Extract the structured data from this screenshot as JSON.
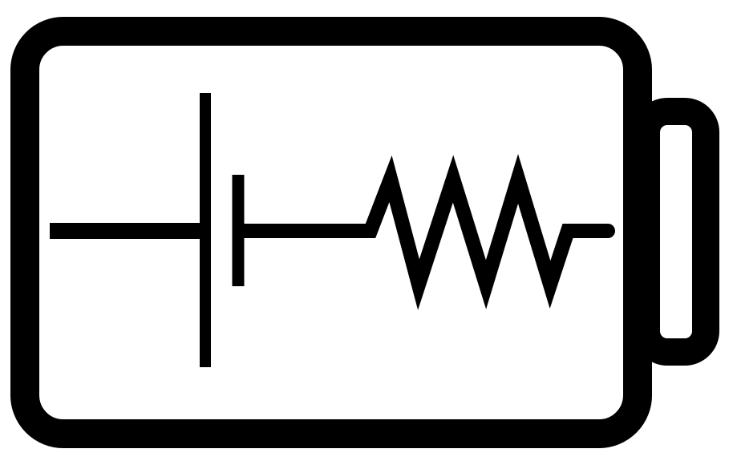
{
  "icon": {
    "name": "battery-internal-resistance-icon",
    "stroke_color": "#000000",
    "fill_color": "#ffffff",
    "parts": {
      "battery_body": "battery-body-outline",
      "battery_terminal": "battery-terminal",
      "cell_symbol": "battery-cell-symbol",
      "resistor_symbol": "resistor-zigzag-symbol",
      "wire": "circuit-wire"
    }
  }
}
